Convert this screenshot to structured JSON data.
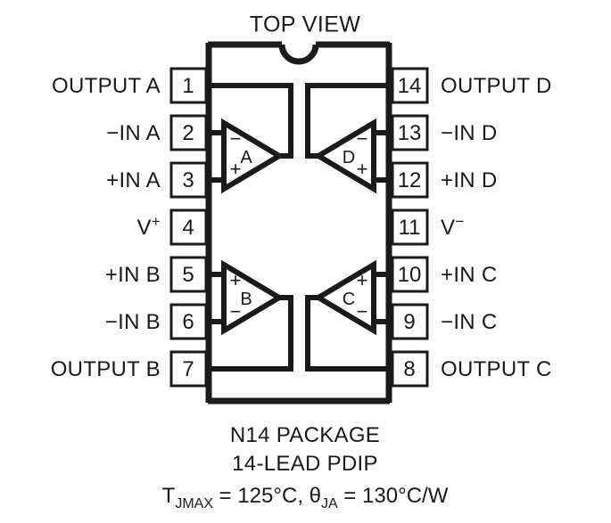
{
  "title": "TOP VIEW",
  "colors": {
    "ink": "#1a1a1a",
    "background": "#ffffff",
    "pin_box_stroke": "#1a1a1a"
  },
  "package": {
    "name_line1": "N14 PACKAGE",
    "name_line2": "14-LEAD PDIP",
    "notch": "half-circle-notch"
  },
  "thermal": {
    "tj_symbol": "T",
    "tj_subscript": "JMAX",
    "tj_equals": " = 125",
    "tj_units": "°C, ",
    "theta_symbol": "θ",
    "theta_subscript": "JA",
    "theta_equals": " = 130",
    "theta_units": "°C/W",
    "full_text": "TJMAX = 125°C, θJA = 130°C/W"
  },
  "pins": {
    "left": [
      {
        "number": "1",
        "label": "OUTPUT A",
        "sup": ""
      },
      {
        "number": "2",
        "label": "−IN A",
        "sup": ""
      },
      {
        "number": "3",
        "label": "+IN A",
        "sup": ""
      },
      {
        "number": "4",
        "label": "V",
        "sup": "+"
      },
      {
        "number": "5",
        "label": "+IN B",
        "sup": ""
      },
      {
        "number": "6",
        "label": "−IN B",
        "sup": ""
      },
      {
        "number": "7",
        "label": "OUTPUT B",
        "sup": ""
      }
    ],
    "right": [
      {
        "number": "14",
        "label": "OUTPUT D",
        "sup": ""
      },
      {
        "number": "13",
        "label": "−IN D",
        "sup": ""
      },
      {
        "number": "12",
        "label": "+IN D",
        "sup": ""
      },
      {
        "number": "11",
        "label": "V",
        "sup": "−"
      },
      {
        "number": "10",
        "label": "+IN C",
        "sup": ""
      },
      {
        "number": "9",
        "label": "−IN C",
        "sup": ""
      },
      {
        "number": "8",
        "label": "OUTPUT C",
        "sup": ""
      }
    ]
  },
  "amplifiers": [
    {
      "id": "A",
      "letter": "A",
      "top_sign": "−",
      "bottom_sign": "+",
      "orientation": "left-top"
    },
    {
      "id": "D",
      "letter": "D",
      "top_sign": "−",
      "bottom_sign": "+",
      "orientation": "right-top"
    },
    {
      "id": "B",
      "letter": "B",
      "top_sign": "+",
      "bottom_sign": "−",
      "orientation": "left-bottom"
    },
    {
      "id": "C",
      "letter": "C",
      "top_sign": "+",
      "bottom_sign": "−",
      "orientation": "right-bottom"
    }
  ]
}
